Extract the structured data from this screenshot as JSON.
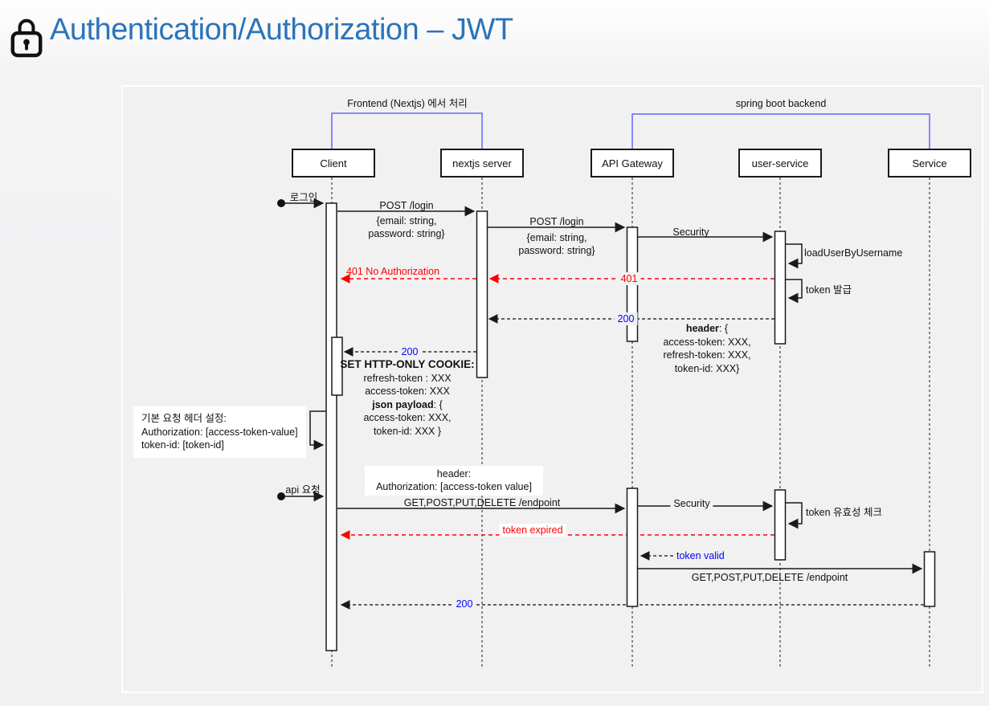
{
  "page": {
    "title": "Authentication/Authorization – JWT"
  },
  "diagram": {
    "colors": {
      "title": "#2b74ba",
      "group_line": "#6666ff",
      "error": "#ff0000",
      "success": "#0000ff"
    },
    "groups": {
      "frontend": "Frontend (Nextjs) 에서 처리",
      "backend": "spring boot backend"
    },
    "actors": {
      "client": "Client",
      "nextjs": "nextjs server",
      "gateway": "API Gateway",
      "user_service": "user-service",
      "service": "Service"
    },
    "labels": {
      "login_trigger": "로그인",
      "post_login": "POST /login",
      "login_params_line1": "{email: string,",
      "login_params_line2": "password: string}",
      "security": "Security",
      "load_user": "loadUserByUsername",
      "unauthorized_full": "401 No Authorization",
      "unauthorized_code": "401",
      "token_issue": "token 발급",
      "ok_code": "200",
      "api_trigger": "api 요청",
      "endpoint_call": "GET,POST,PUT,DELETE /endpoint",
      "token_check": "token 유효성 체크",
      "token_expired": "token expired",
      "token_valid": "token valid"
    },
    "blocks": {
      "response_header": {
        "bold": "header",
        "rest": ": {",
        "lines": [
          "access-token: XXX,",
          "refresh-token: XXX,",
          "token-id: XXX}"
        ]
      },
      "set_cookie": {
        "title": "SET HTTP-ONLY COOKIE:",
        "line1": "refresh-token : XXX",
        "line2": "access-token: XXX",
        "json_bold": "json payload",
        "json_rest": ": {",
        "line3": "access-token: XXX,",
        "line4": "token-id: XXX }"
      },
      "default_header_note": {
        "line1": "기본 요청 헤더 설정:",
        "line2": "Authorization:  [access-token-value]",
        "line3": "token-id: [token-id]"
      },
      "request_header_note": {
        "line1": "header:",
        "line2": "Authorization: [access-token value]"
      }
    }
  }
}
